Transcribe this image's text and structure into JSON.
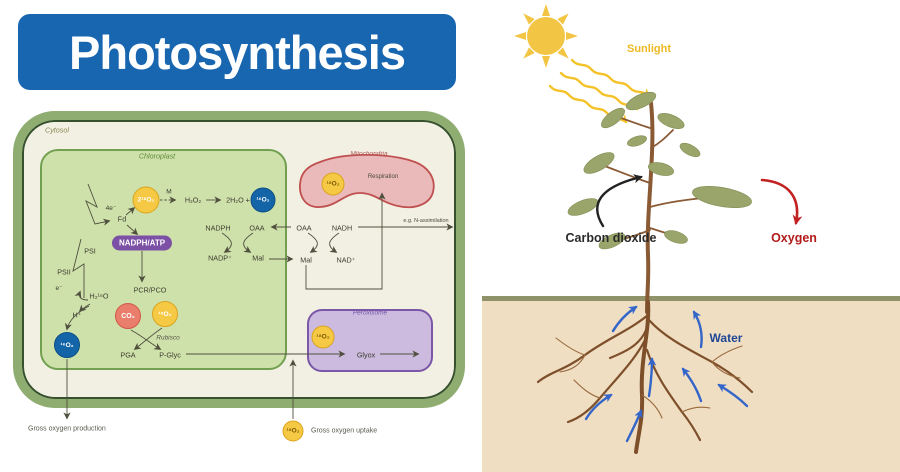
{
  "title": "Photosynthesis",
  "cell": {
    "cytosol": "Cytosol",
    "chloroplast": "Chloroplast",
    "mitochondria": "Mitochondria",
    "peroxisome": "Peroxisome",
    "respiration": "Respiration",
    "n_assimilation": "e.g. N-assimilation",
    "psi": "PSI",
    "psii": "PSII",
    "fd": "Fd",
    "four_e": "4e⁻",
    "e_minus": "e⁻",
    "o2_labeled_x2": "2¹⁸O₂",
    "mehler_m": "M",
    "h2o2": "H₂O₂",
    "water_product": "2H₂O +",
    "o2_unlabeled_top": "¹⁶O₂",
    "nadph_atp": "NADPH/ATP",
    "pcr_pco": "PCR/PCO",
    "nadph": "NADPH",
    "oaa_chloroplast": "OAA",
    "nadp_plus": "NADP⁺",
    "mal_chloroplast": "Mal",
    "oaa_cytosol": "OAA",
    "nadh": "NADH",
    "mal_cytosol": "Mal",
    "nad_plus": "NAD⁺",
    "h2o_labeled": "H₂¹⁶O",
    "h_plus": "H⁺",
    "o2_unlabeled_bottom": "¹⁶O₂",
    "co2": "CO₂",
    "o2_labeled_rubisco": "¹⁸O₂",
    "rubisco": "Rubisco",
    "pga": "PGA",
    "p_glyc": "P-Glyc",
    "glyox": "Glyox",
    "o2_labeled_mito": "¹⁸O₂",
    "o2_labeled_perox": "¹⁸O₂",
    "o2_labeled_legend": "¹⁸O₂",
    "gross_production": "Gross oxygen production",
    "gross_uptake": "Gross oxygen uptake"
  },
  "plant": {
    "sunlight": "Sunlight",
    "carbon_dioxide": "Carbon dioxide",
    "oxygen": "Oxygen",
    "water": "Water"
  },
  "colors": {
    "title_bg": "#1866b0",
    "labeled_o2_yellow": "#f6c945",
    "unlabeled_o2_blue": "#1465a8",
    "co2_circle": "#e97e6d",
    "nadph_pill": "#7b50a5",
    "sunlight_gold": "#eeb824",
    "oxygen_red": "#b31b1b",
    "water_blue": "#1e4796",
    "soil_tan": "#f0dec2",
    "chloroplast_green": "#cfe1aa",
    "mitochondria_pink": "#eab9b9",
    "peroxisome_purple": "#ccbbdf"
  }
}
